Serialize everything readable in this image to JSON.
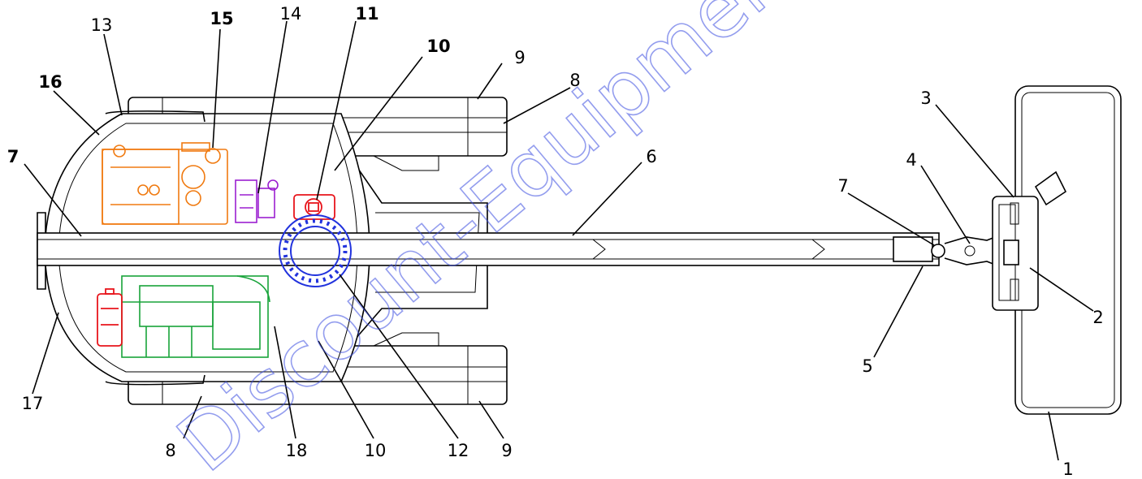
{
  "callouts": [
    {
      "id": "c1",
      "text": "1",
      "bold": false
    },
    {
      "id": "c2",
      "text": "2",
      "bold": false
    },
    {
      "id": "c3",
      "text": "3",
      "bold": false
    },
    {
      "id": "c4",
      "text": "4",
      "bold": false
    },
    {
      "id": "c5",
      "text": "5",
      "bold": false
    },
    {
      "id": "c6",
      "text": "6",
      "bold": false
    },
    {
      "id": "c7a",
      "text": "7",
      "bold": true
    },
    {
      "id": "c7b",
      "text": "7",
      "bold": false
    },
    {
      "id": "c8a",
      "text": "8",
      "bold": false
    },
    {
      "id": "c8b",
      "text": "8",
      "bold": false
    },
    {
      "id": "c9a",
      "text": "9",
      "bold": false
    },
    {
      "id": "c9b",
      "text": "9",
      "bold": false
    },
    {
      "id": "c10a",
      "text": "10",
      "bold": true
    },
    {
      "id": "c10b",
      "text": "10",
      "bold": false
    },
    {
      "id": "c11",
      "text": "11",
      "bold": true
    },
    {
      "id": "c12",
      "text": "12",
      "bold": false
    },
    {
      "id": "c13",
      "text": "13",
      "bold": false
    },
    {
      "id": "c14",
      "text": "14",
      "bold": false
    },
    {
      "id": "c15",
      "text": "15",
      "bold": true
    },
    {
      "id": "c16",
      "text": "16",
      "bold": true
    },
    {
      "id": "c17",
      "text": "17",
      "bold": false
    },
    {
      "id": "c18",
      "text": "18",
      "bold": false
    }
  ],
  "watermark": "Discount-Equipment.com",
  "colors": {
    "engine": "#18a33a",
    "hydraulic_tank": "#f07a10",
    "valve_block": "#9b1fd0",
    "pump": "#e8141b",
    "slew_ring": "#2233dd",
    "battery": "#e8141b",
    "watermark": "#3b4de0"
  }
}
